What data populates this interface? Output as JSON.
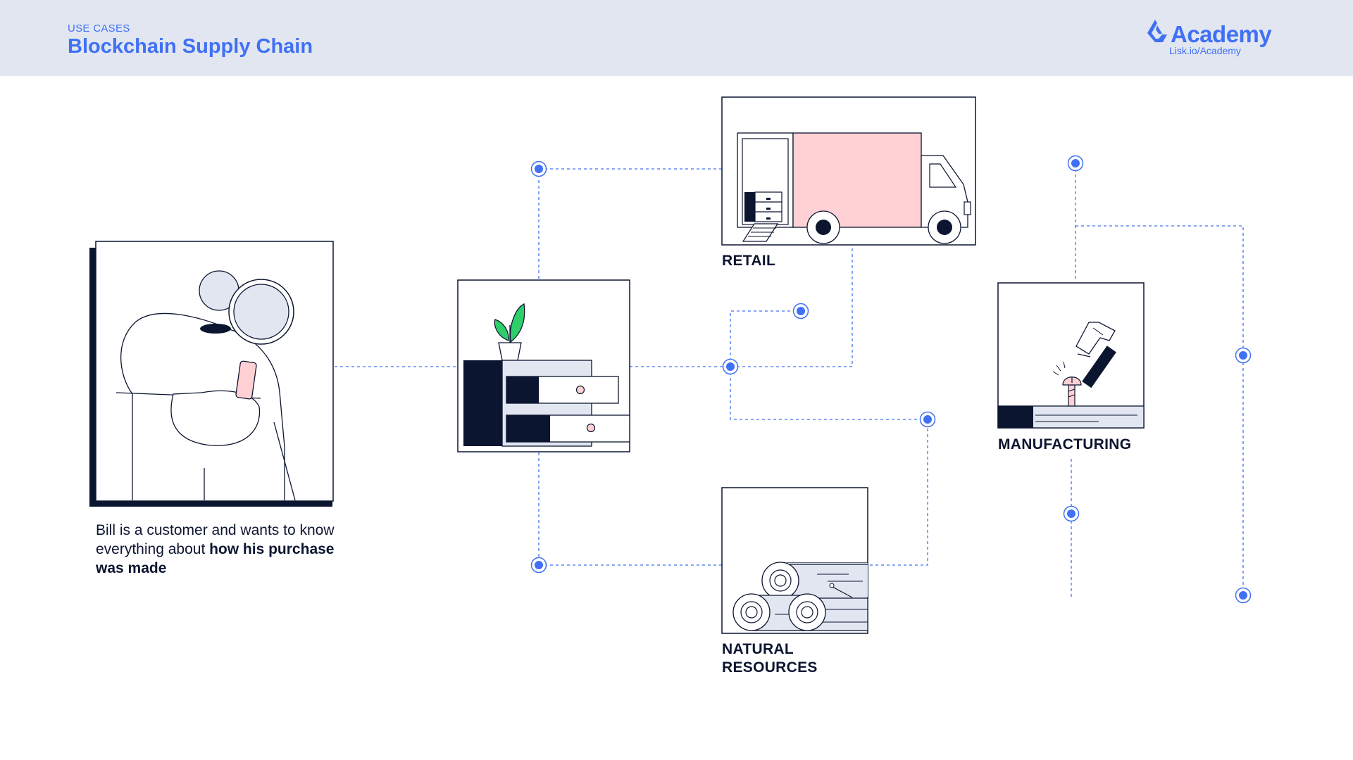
{
  "header": {
    "kicker": "USE CASES",
    "title": "Blockchain Supply Chain"
  },
  "brand": {
    "name": "Academy",
    "url": "Lisk.io/Academy",
    "logo_icon": "lisk-logo-icon"
  },
  "caption": {
    "text_plain": "Bill is a customer and wants to know everything about ",
    "text_bold": "how his purchase was made"
  },
  "labels": {
    "retail": "RETAIL",
    "manufacturing": "MANUFACTURING",
    "natural_resources": "NATURAL RESOURCES"
  },
  "colors": {
    "accent": "#4070f4",
    "header_bg": "#e1e6f1",
    "navy": "#0c1530",
    "pink": "#ffd0d4",
    "lavender": "#e1e6f1",
    "leaf_green": "#2ecf6b"
  },
  "icons": [
    "customer-with-magnifier-icon",
    "drawer-cabinet-icon",
    "delivery-truck-icon",
    "hammer-and-screw-icon",
    "logs-icon"
  ]
}
